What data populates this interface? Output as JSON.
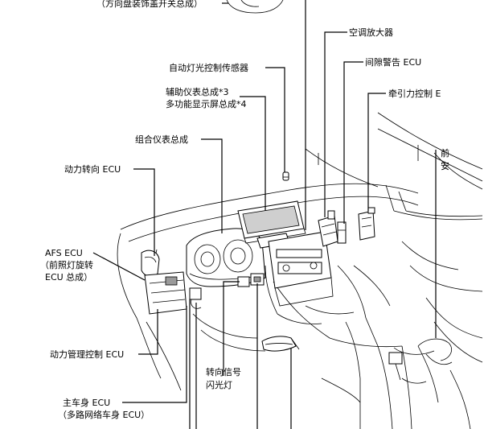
{
  "labels": {
    "steering_switch": "（方向盘装饰盖开关总成）",
    "ac_amplifier": "空调放大器",
    "auto_light_sensor": "自动灯光控制传感器",
    "clearance_warning_ecu": "间隙警告 ECU",
    "aux_meter": "辅助仪表总成*3",
    "multi_display": "多功能显示屏总成*4",
    "traction_control": "牵引力控制 E",
    "combination_meter": "组合仪表总成",
    "front_a": "前",
    "front_b": "安",
    "power_steering_ecu": "动力转向 ECU",
    "afs_ecu_title": "AFS ECU",
    "afs_ecu_sub1": "（前照灯旋转",
    "afs_ecu_sub2": "ECU 总成）",
    "turn_signal_1": "转向信号",
    "turn_signal_2": "闪光灯",
    "power_management_ecu": "动力管理控制 ECU",
    "main_body_ecu": "主车身 ECU",
    "multiplex_body_ecu": "（多路网络车身 ECU）"
  }
}
